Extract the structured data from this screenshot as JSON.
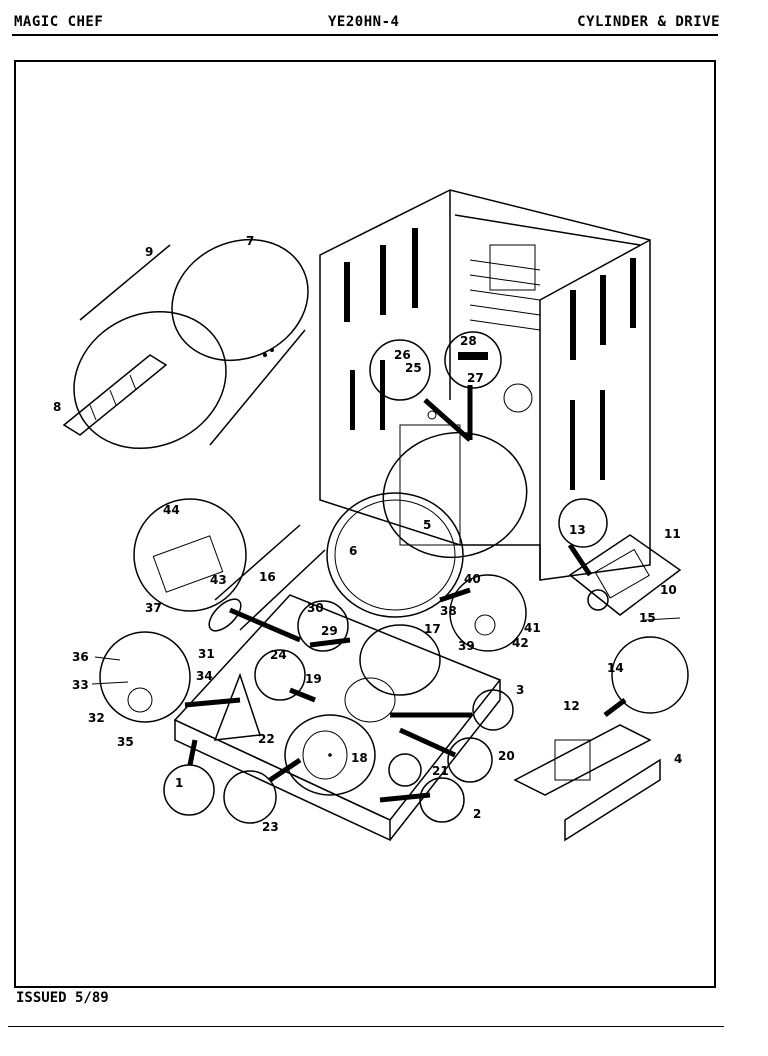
{
  "header": {
    "brand": "MAGIC CHEF",
    "model": "YE20HN-4",
    "section": "CYLINDER & DRIVE"
  },
  "footer": {
    "issued": "ISSUED 5/89"
  },
  "callouts": [
    {
      "id": "c1",
      "label": "1"
    },
    {
      "id": "c2",
      "label": "2"
    },
    {
      "id": "c3",
      "label": "3"
    },
    {
      "id": "c4",
      "label": "4"
    },
    {
      "id": "c5",
      "label": "5"
    },
    {
      "id": "c6",
      "label": "6"
    },
    {
      "id": "c7",
      "label": "7"
    },
    {
      "id": "c8",
      "label": "8"
    },
    {
      "id": "c9",
      "label": "9"
    },
    {
      "id": "c10",
      "label": "10"
    },
    {
      "id": "c11",
      "label": "11"
    },
    {
      "id": "c12",
      "label": "12"
    },
    {
      "id": "c13",
      "label": "13"
    },
    {
      "id": "c14",
      "label": "14"
    },
    {
      "id": "c15",
      "label": "15"
    },
    {
      "id": "c16",
      "label": "16"
    },
    {
      "id": "c17",
      "label": "17"
    },
    {
      "id": "c18",
      "label": "18"
    },
    {
      "id": "c19",
      "label": "19"
    },
    {
      "id": "c20",
      "label": "20"
    },
    {
      "id": "c21",
      "label": "21"
    },
    {
      "id": "c22",
      "label": "22"
    },
    {
      "id": "c23",
      "label": "23"
    },
    {
      "id": "c24",
      "label": "24"
    },
    {
      "id": "c25",
      "label": "25"
    },
    {
      "id": "c26",
      "label": "26"
    },
    {
      "id": "c27",
      "label": "27"
    },
    {
      "id": "c28",
      "label": "28"
    },
    {
      "id": "c29",
      "label": "29"
    },
    {
      "id": "c30",
      "label": "30"
    },
    {
      "id": "c31",
      "label": "31"
    },
    {
      "id": "c32",
      "label": "32"
    },
    {
      "id": "c33",
      "label": "33"
    },
    {
      "id": "c34",
      "label": "34"
    },
    {
      "id": "c35",
      "label": "35"
    },
    {
      "id": "c36",
      "label": "36"
    },
    {
      "id": "c37",
      "label": "37"
    },
    {
      "id": "c38",
      "label": "38"
    },
    {
      "id": "c39",
      "label": "39"
    },
    {
      "id": "c40",
      "label": "40"
    },
    {
      "id": "c41",
      "label": "41"
    },
    {
      "id": "c42",
      "label": "42"
    },
    {
      "id": "c43",
      "label": "43"
    },
    {
      "id": "c44",
      "label": "44"
    }
  ]
}
